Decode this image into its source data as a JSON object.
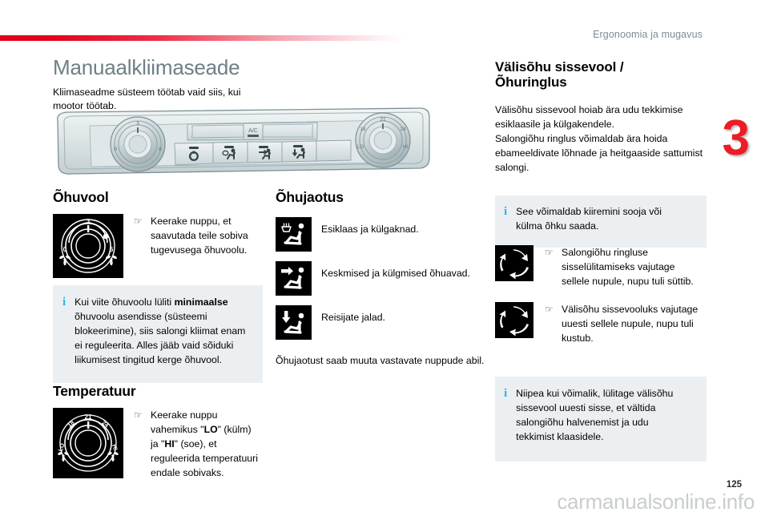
{
  "header": {
    "chapter_title": "Ergonoomia ja mugavus",
    "chapter_number": "3",
    "accent_color": "#e3001b"
  },
  "left_column": {
    "page_title": "Manuaalkliimaseade",
    "lead": "Kliimaseadme süsteem töötab vaid siis, kui mootor töötab.",
    "illustration_name": "climate-control-panel-illustration",
    "airflow": {
      "heading": "Õhuvool",
      "knob_icon": "fan-speed-knob-icon",
      "knob_labels": [
        "0",
        "3",
        "6"
      ],
      "bullet": "☞",
      "text": "Keerake nuppu, et saavutada teile sobiva tugevusega õhuvoolu."
    },
    "airflow_note": {
      "icon": "info-icon",
      "text_before": "Kui viite õhuvoolu lüliti ",
      "bold": "minimaalse",
      "text_after": " õhuvoolu asendisse (süsteemi blokeerimine), siis salongi kliimat enam ei reguleerita. Alles jääb vaid sõiduki liikumisest tingitud kerge õhuvool."
    },
    "temperature": {
      "heading": "Temperatuur",
      "knob_icon": "temperature-knob-icon",
      "knob_labels": [
        "LO",
        "18",
        "21",
        "24",
        "HI"
      ],
      "bullet": "☞",
      "text_parts": {
        "p1": "Keerake nuppu vahemikus \"",
        "b1": "LO",
        "p2": "\" (külm) ja \"",
        "b2": "HI",
        "p3": "\" (soe), et reguleerida temperatuuri endale sobivaks."
      }
    }
  },
  "middle_column": {
    "heading": "Õhujaotus",
    "items": [
      {
        "icon": "windscreen-demist-airflow-icon",
        "label": "Esiklaas ja külgaknad."
      },
      {
        "icon": "face-vents-airflow-icon",
        "label": "Keskmised ja külgmised õhuavad."
      },
      {
        "icon": "footwell-airflow-icon",
        "label": "Reisijate jalad."
      }
    ],
    "footer_text": "Õhujaotust saab muuta vastavate nuppude abil."
  },
  "right_column": {
    "heading_line1": "Välisõhu sissevool /",
    "heading_line2": "Õhuringlus",
    "body": "Välisõhu sissevool hoiab ära udu tekkimise esiklaasile ja külgakendele.\nSalongiõhu ringlus võimaldab ära hoida ebameeldivate lõhnade ja heitgaaside sattumist salongi.",
    "note_top": {
      "icon": "info-icon",
      "text": "See võimaldab kiiremini sooja või külma õhku saada."
    },
    "items": [
      {
        "icon": "air-recirculation-icon",
        "bullet": "☞",
        "label": "Salongiõhu ringluse sisselülitamiseks vajutage sellele nupule, nupu tuli süttib."
      },
      {
        "icon": "air-recirculation-icon",
        "bullet": "☞",
        "label": "Välisõhu sissevooluks vajutage uuesti sellele nupule, nupu tuli kustub."
      }
    ],
    "note_bottom": {
      "icon": "info-icon",
      "text": "Niipea kui võimalik, lülitage välisõhu sissevool uuesti sisse, et vältida salongiõhu halvenemist ja udu tekkimist klaasidele."
    }
  },
  "footer": {
    "page_number": "125",
    "watermark": "carmanualsonline.info"
  }
}
